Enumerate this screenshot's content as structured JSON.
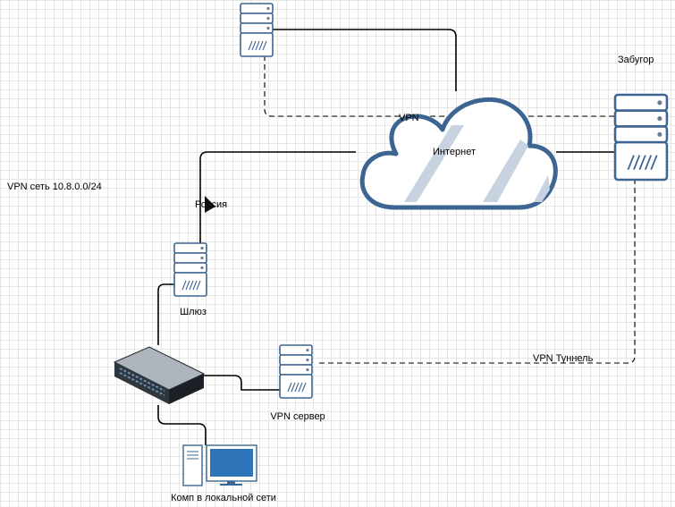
{
  "labels": {
    "internet": "Интернет",
    "vpn_top": "VPN",
    "abroad": "Забугор",
    "vpn_network": "VPN сеть 10.8.0.0/24",
    "russia": "Россия",
    "gateway": "Шлюз",
    "vpn_tunnel": "VPN Туннель",
    "vpn_server": "VPN сервер",
    "local_pc": "Комп в локальной сети"
  },
  "icons": {
    "server": "server-icon",
    "cloud": "cloud-icon",
    "switch": "network-switch-icon",
    "computer": "desktop-computer-icon"
  },
  "colors": {
    "accent": "#3c6592",
    "cloud_fill": "#ffffff",
    "cloud_shade": "#c7d3e0",
    "switch_body": "#2e3640",
    "monitor_screen": "#2f73b8"
  }
}
